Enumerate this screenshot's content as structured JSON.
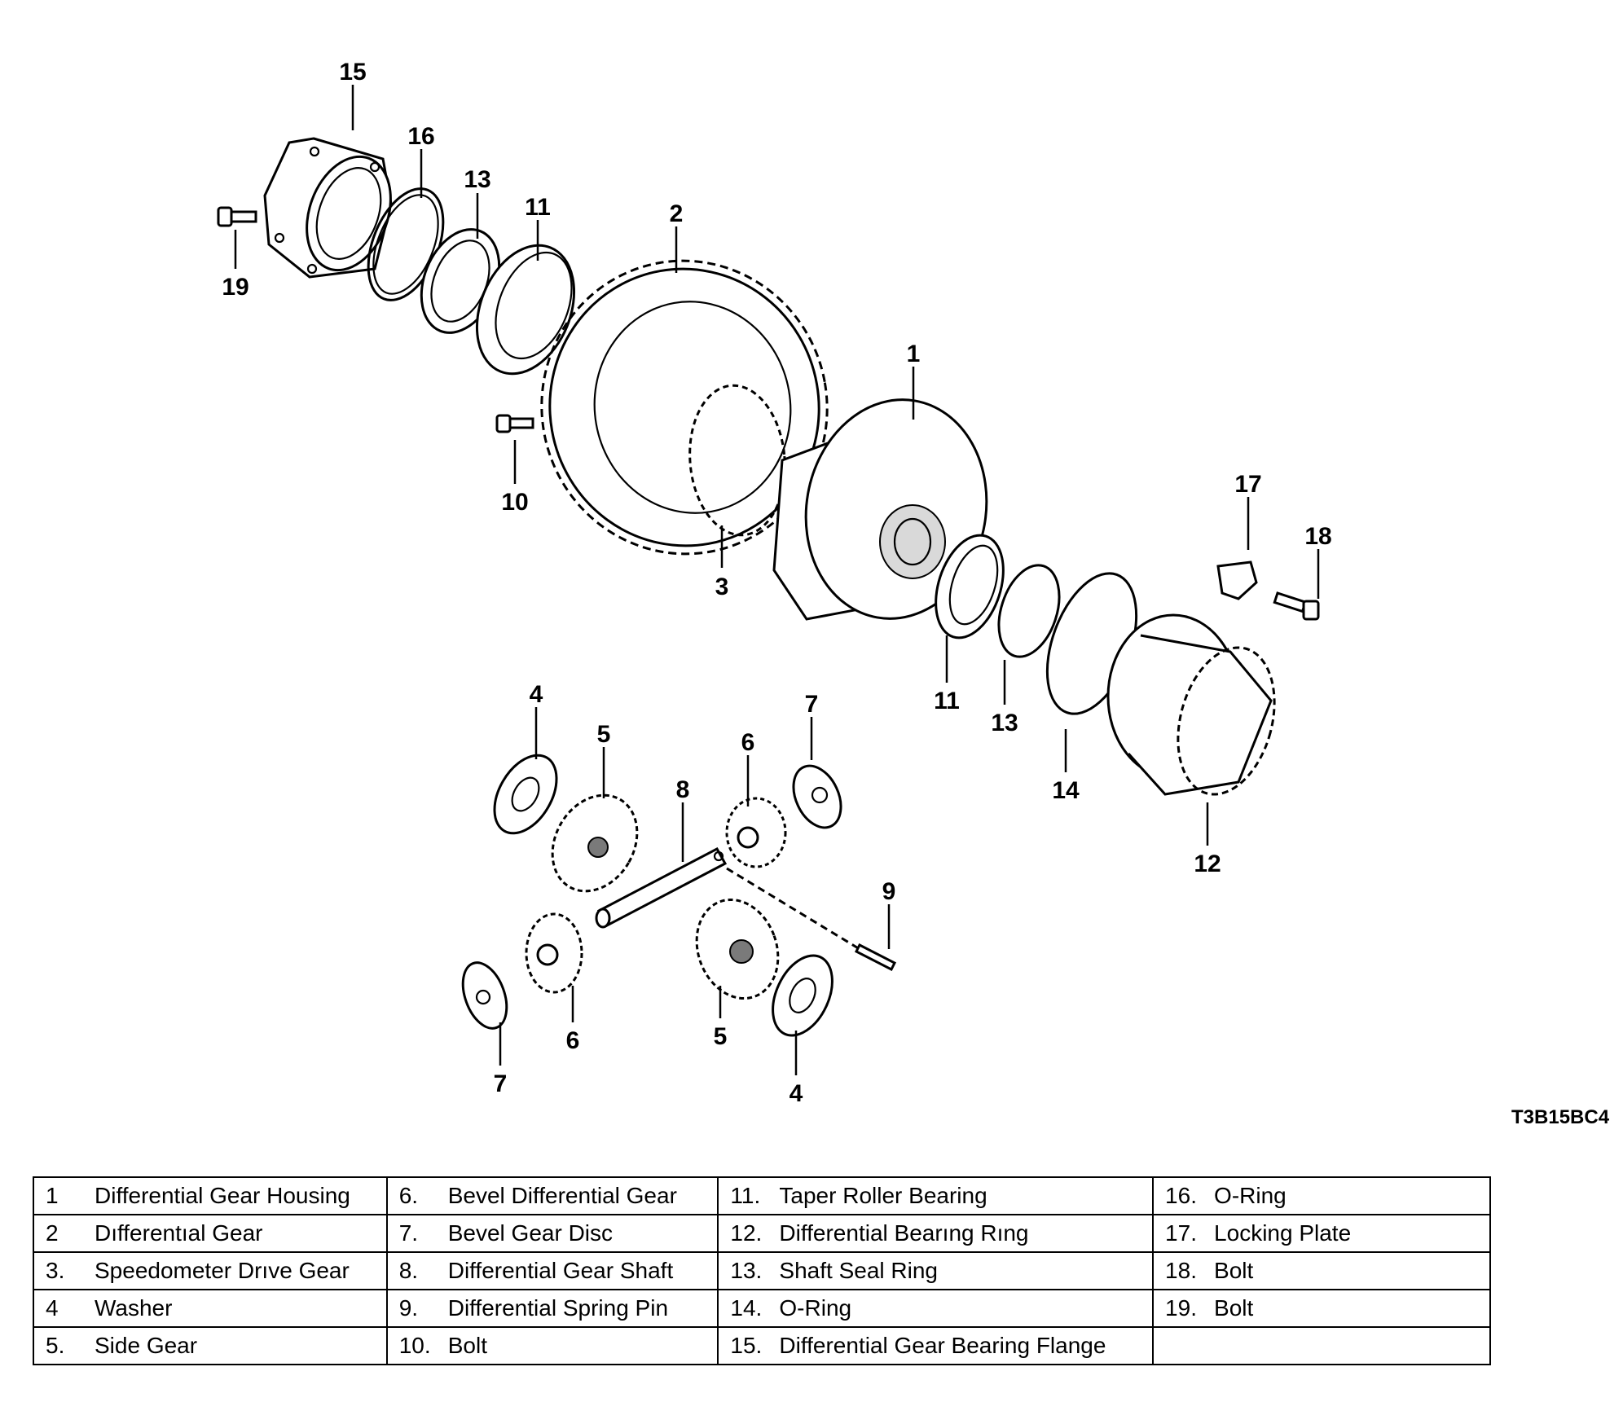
{
  "drawing_code": "T3B15BC4",
  "callouts": [
    "15",
    "16",
    "13",
    "11",
    "2",
    "19",
    "1",
    "10",
    "17",
    "18",
    "3",
    "11",
    "13",
    "7",
    "4",
    "5",
    "6",
    "8",
    "14",
    "12",
    "9",
    "7",
    "6",
    "5",
    "4"
  ],
  "legend": [
    [
      {
        "num": "1",
        "name": "Differential Gear Housing"
      },
      {
        "num": "6.",
        "name": "Bevel Differential Gear"
      },
      {
        "num": "11.",
        "name": "Taper Roller Bearing"
      },
      {
        "num": "16.",
        "name": "O-Ring"
      }
    ],
    [
      {
        "num": "2",
        "name": "Dıfferentıal Gear"
      },
      {
        "num": "7.",
        "name": "Bevel Gear Disc"
      },
      {
        "num": "12.",
        "name": "Differential Bearıng Rıng"
      },
      {
        "num": "17.",
        "name": "Locking Plate"
      }
    ],
    [
      {
        "num": "3.",
        "name": "Speedometer Drıve Gear"
      },
      {
        "num": "8.",
        "name": "Differential Gear Shaft"
      },
      {
        "num": "13.",
        "name": "Shaft Seal Ring"
      },
      {
        "num": "18.",
        "name": "Bolt"
      }
    ],
    [
      {
        "num": "4",
        "name": "Washer"
      },
      {
        "num": "9.",
        "name": "Differential Spring Pin"
      },
      {
        "num": "14.",
        "name": "O-Ring"
      },
      {
        "num": "19.",
        "name": "Bolt"
      }
    ],
    [
      {
        "num": "5.",
        "name": "Side Gear"
      },
      {
        "num": "10.",
        "name": "Bolt"
      },
      {
        "num": "15.",
        "name": "Differential Gear Bearing Flange"
      },
      {
        "num": "",
        "name": ""
      }
    ]
  ]
}
